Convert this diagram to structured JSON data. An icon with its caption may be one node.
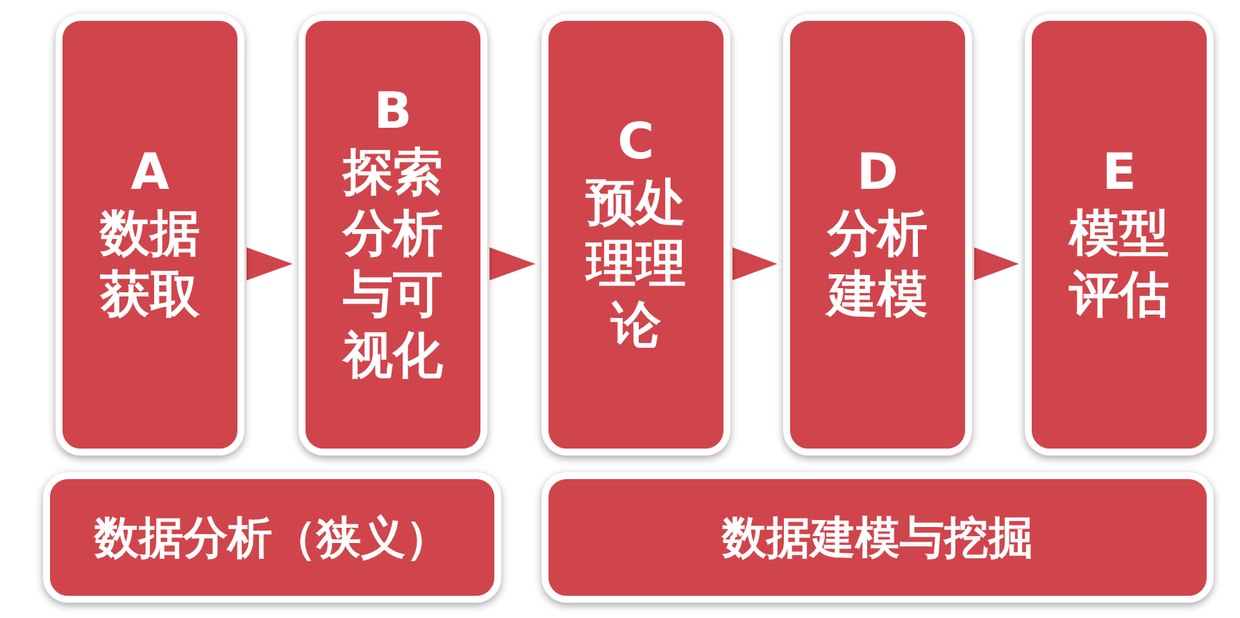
{
  "diagram": {
    "nodes": [
      {
        "text": [
          "A",
          "数据获取"
        ]
      },
      {
        "text": [
          "B",
          "探索分析与可视化"
        ]
      },
      {
        "text": [
          "C",
          "预处理理论"
        ]
      },
      {
        "text": [
          "D",
          "分析建模"
        ]
      },
      {
        "text": [
          "E",
          "模型评估"
        ]
      },
      {
        "text": [
          "数据分析（狭义）"
        ]
      },
      {
        "text": [
          "数据建模与挖掘"
        ]
      }
    ],
    "edges": [
      {
        "from": 0,
        "to": 1,
        "arrow": "to"
      },
      {
        "from": 1,
        "to": 2,
        "arrow": "to"
      },
      {
        "from": 2,
        "to": 3,
        "arrow": "to"
      },
      {
        "from": 3,
        "to": 4,
        "arrow": "to"
      }
    ]
  }
}
